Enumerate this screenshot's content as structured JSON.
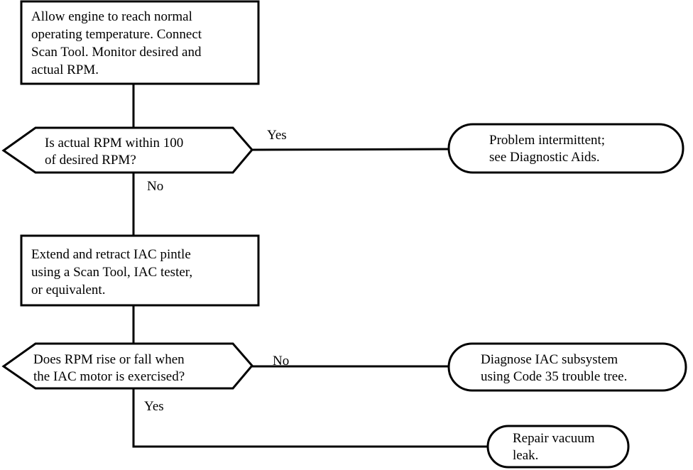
{
  "flowchart": {
    "step1": "Allow engine to reach normal\noperating temperature. Connect\nScan Tool. Monitor desired and\nactual RPM.",
    "decision1": "Is actual RPM within 100\nof desired RPM?",
    "decision1_yes_label": "Yes",
    "decision1_no_label": "No",
    "outcome1": "Problem intermittent;\nsee Diagnostic Aids.",
    "step2": "Extend and retract IAC pintle\nusing a Scan Tool, IAC tester,\nor equivalent.",
    "decision2": "Does RPM rise or fall when\nthe IAC motor is exercised?",
    "decision2_no_label": "No",
    "decision2_yes_label": "Yes",
    "outcome2": "Diagnose IAC subsystem\nusing Code 35 trouble tree.",
    "outcome3": "Repair vacuum\nleak."
  }
}
